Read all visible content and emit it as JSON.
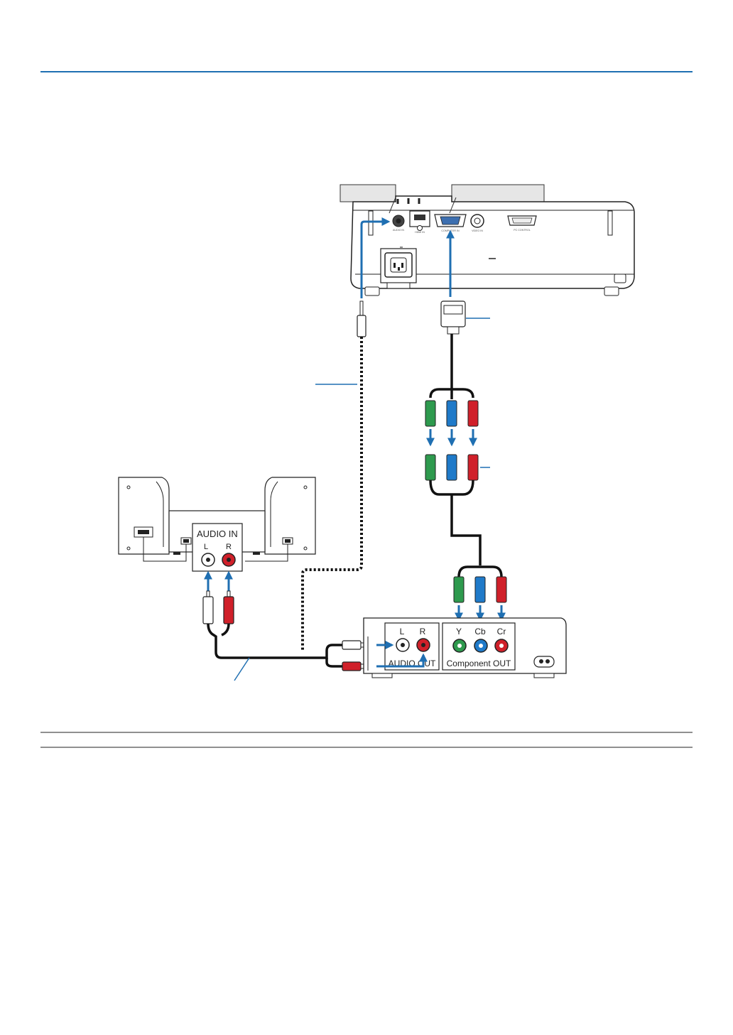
{
  "colors": {
    "accent_rule": "#1f6fb2",
    "arrow": "#1f6fb2",
    "cable": "#111111",
    "jack_green": "#2e9a4e",
    "jack_blue": "#1f7ac9",
    "jack_red": "#d0202a",
    "jack_white": "#ffffff",
    "callout_box": "#e6e6e6"
  },
  "projector": {
    "ports": [
      {
        "icon": "audio-in-jack-icon",
        "label": "AUDIO IN"
      },
      {
        "icon": "hdmi-port-icon",
        "label": "HDMI IN"
      },
      {
        "icon": "vga-port-icon",
        "label": "COMPUTER IN"
      },
      {
        "icon": "video-in-jack-icon",
        "label": "VIDEO IN"
      },
      {
        "icon": "pc-control-port-icon",
        "label": "PC CONTROL"
      }
    ]
  },
  "speaker": {
    "input_title": "AUDIO IN",
    "left": "L",
    "right": "R"
  },
  "av_device": {
    "audio_left": "L",
    "audio_right": "R",
    "audio_out_label": "AUDIO OUT",
    "component_y": "Y",
    "component_cb": "Cb",
    "component_cr": "Cr",
    "component_out_label": "Component OUT"
  }
}
